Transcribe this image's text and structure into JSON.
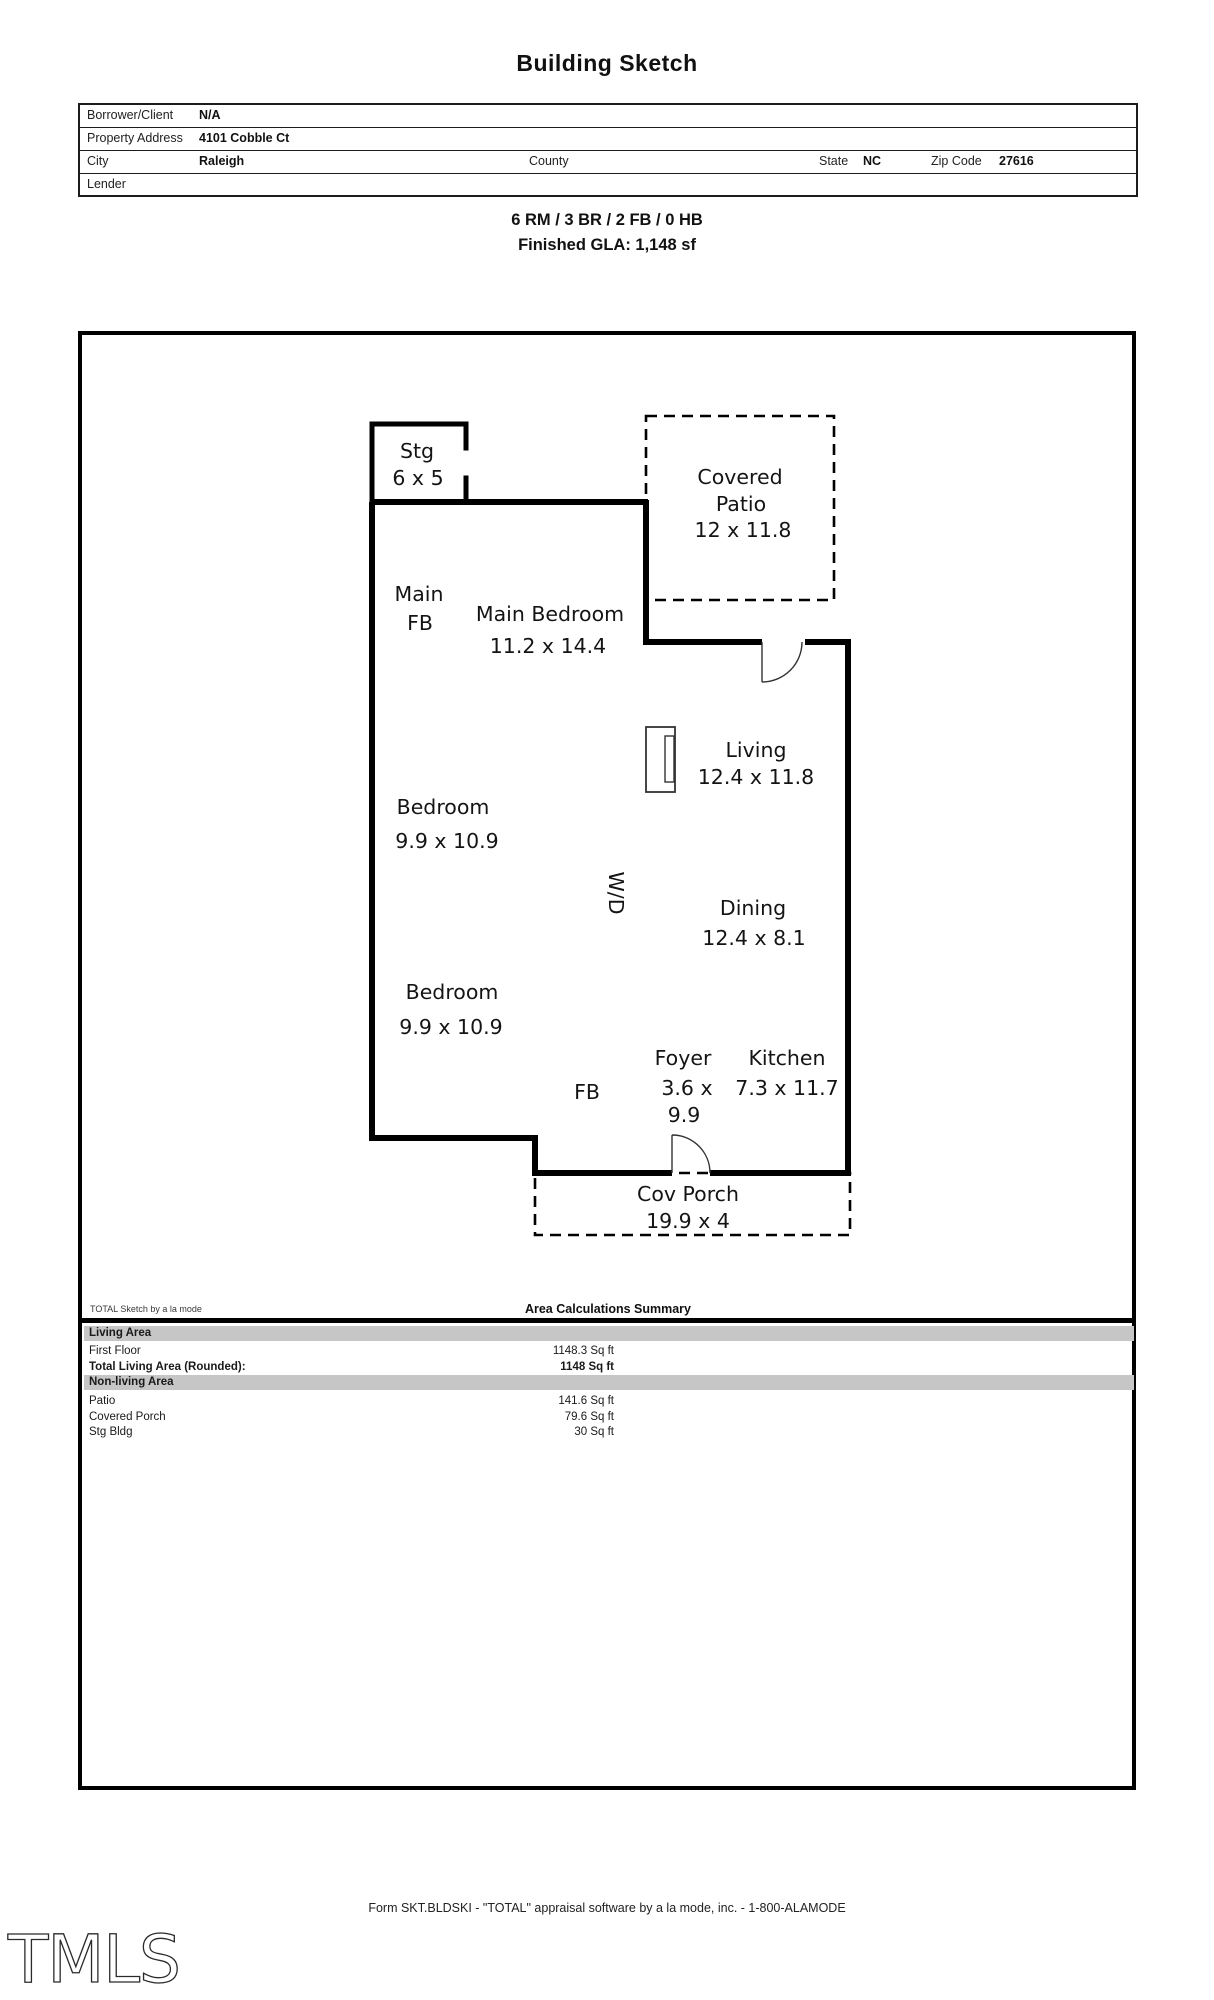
{
  "title": "Building Sketch",
  "info_table": {
    "rows": [
      {
        "label": "Borrower/Client",
        "value": "N/A"
      },
      {
        "label": "Property Address",
        "value": "4101 Cobble Ct"
      },
      {
        "label": "City",
        "value": "Raleigh",
        "county_label": "County",
        "state_label": "State",
        "state_value": "NC",
        "zip_label": "Zip Code",
        "zip_value": "27616"
      },
      {
        "label": "Lender",
        "value": ""
      }
    ]
  },
  "summary_line1": "6 RM / 3 BR / 2 FB / 0 HB",
  "summary_line2": "Finished GLA: 1,148 sf",
  "floorplan": {
    "stg": {
      "name": "Stg",
      "dims": "6 x 5"
    },
    "covered_patio": {
      "line1": "Covered",
      "line2": "Patio",
      "dims": "12 x 11.8"
    },
    "main_fb": {
      "line1": "Main",
      "line2": "FB"
    },
    "main_bedroom": {
      "name": "Main Bedroom",
      "dims": "11.2 x 14.4"
    },
    "living": {
      "name": "Living",
      "dims": "12.4 x 11.8"
    },
    "bedroom1": {
      "name": "Bedroom",
      "dims": "9.9 x 10.9"
    },
    "wd": {
      "label": "W/D"
    },
    "dining": {
      "name": "Dining",
      "dims": "12.4 x 8.1"
    },
    "bedroom2": {
      "name": "Bedroom",
      "dims": "9.9 x 10.9"
    },
    "fb": {
      "label": "FB"
    },
    "foyer": {
      "name": "Foyer",
      "dims1": "3.6 x",
      "dims2": "9.9"
    },
    "kitchen": {
      "name": "Kitchen",
      "dims": "7.3 x 11.7"
    },
    "cov_porch": {
      "name": "Cov Porch",
      "dims": "19.9 x 4"
    }
  },
  "area_summary": {
    "watermark": "TOTAL Sketch by a la mode",
    "title": "Area Calculations Summary",
    "living_header": "Living Area",
    "living_rows": [
      {
        "label": "First Floor",
        "value": "1148.3 Sq ft"
      },
      {
        "label": "Total Living Area (Rounded):",
        "value": "1148 Sq ft"
      }
    ],
    "nonliving_header": "Non-living Area",
    "nonliving_rows": [
      {
        "label": "Patio",
        "value": "141.6 Sq ft"
      },
      {
        "label": "Covered Porch",
        "value": "79.6 Sq ft"
      },
      {
        "label": "Stg Bldg",
        "value": "30 Sq ft"
      }
    ]
  },
  "footer": {
    "logo": "TMLS",
    "form_text": "Form SKT.BLDSKI - \"TOTAL\" appraisal software by a la mode, inc. - 1-800-ALAMODE"
  }
}
